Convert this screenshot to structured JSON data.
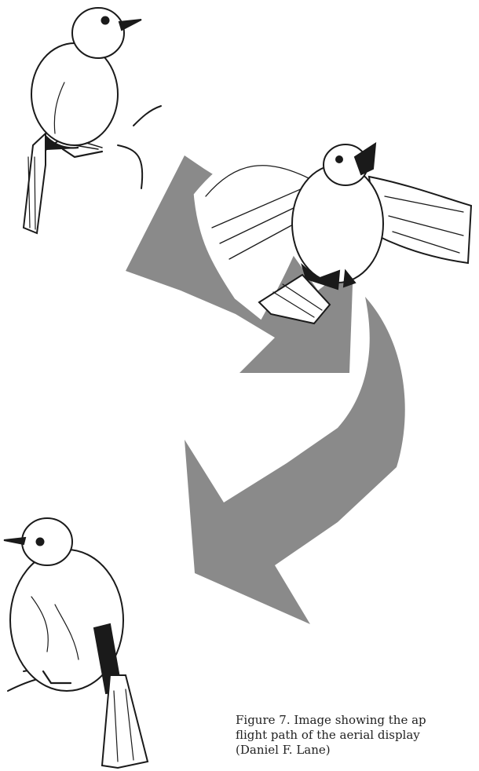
{
  "figure": {
    "caption_lines": [
      "Figure 7. Image showing the ap",
      "flight path of the aerial display",
      "(Daniel F. Lane)"
    ],
    "arrow_color": "#8a8a8a",
    "ink_color": "#1a1a1a"
  }
}
